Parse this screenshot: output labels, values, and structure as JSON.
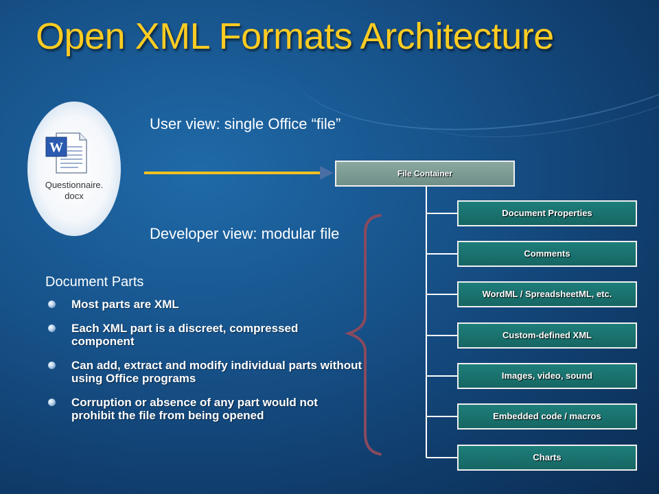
{
  "slide": {
    "title": "Open XML Formats Architecture",
    "user_view": "User view: single Office “file”",
    "developer_view": "Developer view: modular file"
  },
  "file": {
    "name_line1": "Questionnaire.",
    "name_line2": "docx",
    "icon": "word-document-icon"
  },
  "container": {
    "label": "File Container"
  },
  "parts": [
    "Document Properties",
    "Comments",
    "WordML / SpreadsheetML, etc.",
    "Custom-defined XML",
    "Images, video, sound",
    "Embedded code / macros",
    "Charts"
  ],
  "document_parts": {
    "heading": "Document Parts",
    "bullets": [
      "Most parts are XML",
      "Each XML part is a discreet, compressed component",
      "Can add, extract and modify individual parts without using Office programs",
      "Corruption or absence of any part would not prohibit the file from being opened"
    ]
  },
  "colors": {
    "title": "#ffcc22",
    "arrow": "#f0c020",
    "brace": "#8a4a5e",
    "part_box": "#1e7e7a",
    "container_box": "#8aa8a0"
  }
}
